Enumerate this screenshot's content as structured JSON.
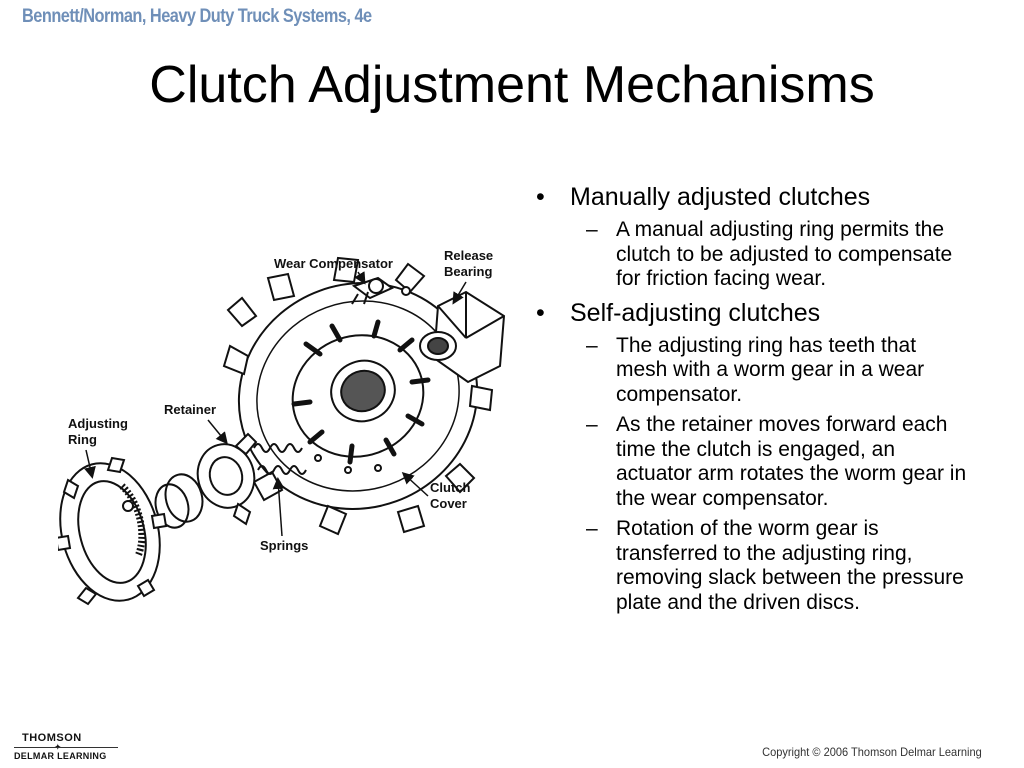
{
  "header": {
    "book": "Bennett/Norman, Heavy Duty Truck Systems, 4e"
  },
  "slide": {
    "title": "Clutch Adjustment Mechanisms"
  },
  "figure": {
    "labels": {
      "wear_compensator": "Wear Compensator",
      "release_1": "Release",
      "release_2": "Bearing",
      "retainer": "Retainer",
      "adjusting_1": "Adjusting",
      "adjusting_2": "Ring",
      "clutch_1": "Clutch",
      "clutch_2": "Cover",
      "springs": "Springs"
    }
  },
  "content": {
    "bullets": [
      {
        "text": "Manually adjusted clutches",
        "subs": [
          "A manual adjusting ring permits the clutch to be adjusted to compensate for friction facing wear."
        ]
      },
      {
        "text": "Self-adjusting clutches",
        "subs": [
          "The adjusting ring has teeth that mesh with a worm gear in a wear compensator.",
          "As the retainer moves forward each time the clutch is engaged, an actuator arm rotates the worm gear in the wear compensator.",
          "Rotation of the worm gear is transferred to the adjusting ring, removing slack between the pressure plate and the driven discs."
        ]
      }
    ]
  },
  "footer": {
    "logo_top": "THOMSON",
    "logo_bottom": "DELMAR LEARNING",
    "copyright": "Copyright © 2006 Thomson Delmar Learning"
  }
}
